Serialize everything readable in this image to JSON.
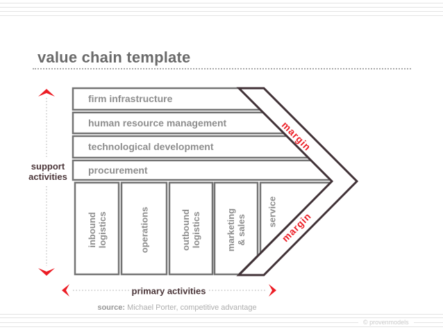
{
  "header": {
    "title": "value chain template"
  },
  "diagram": {
    "support_rows": [
      "firm infrastructure",
      "human resource management",
      "technological development",
      "procurement"
    ],
    "primary_columns": [
      "inbound\nlogistics",
      "operations",
      "outbound\nlogistics",
      "marketing\n& sales",
      "service"
    ],
    "margin_label_top": "margin",
    "margin_label_bottom": "margin",
    "support_axis_label": "support\nactivities",
    "primary_axis_label": "primary activities"
  },
  "footer": {
    "source_label": "source:",
    "source_text": " Michael Porter, competitive advantage",
    "copyright": "© provenmodels"
  },
  "colors": {
    "accent_red": "#ec1c24",
    "arrow_outline_dark": "#413237",
    "box_border_gray": "#737373",
    "box_text_gray": "#8d8d8d",
    "axis_text_dark": "#4a3538",
    "stripe_gray": "#e3e3e3"
  }
}
